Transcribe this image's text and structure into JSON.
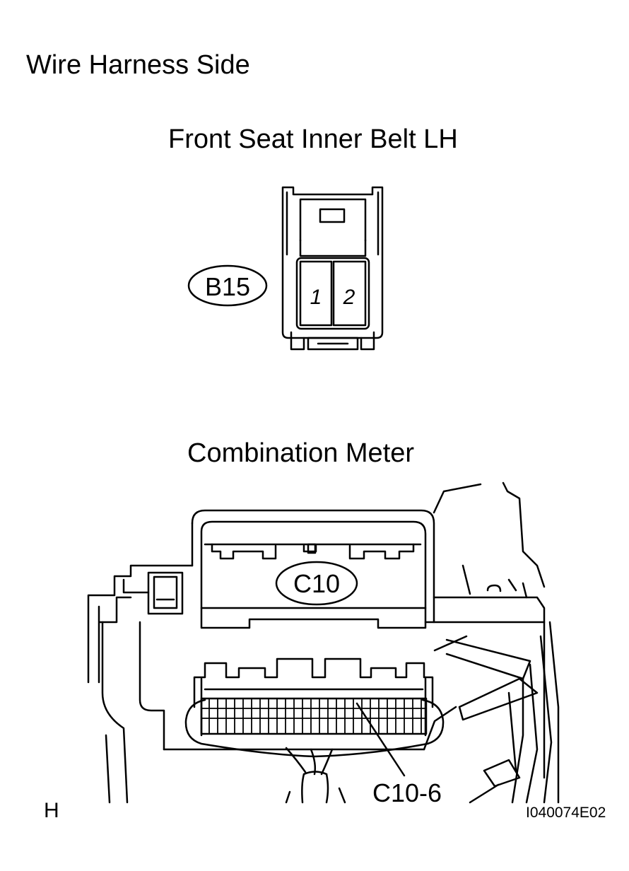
{
  "heading": "Wire Harness Side",
  "connectors": [
    {
      "title": "Front Seat Inner Belt LH",
      "code": "B15",
      "pins": [
        "1",
        "2"
      ]
    },
    {
      "title": "Combination Meter",
      "code": "C10",
      "pin_callout": "C10-6"
    }
  ],
  "corner_label_left": "H",
  "figure_id": "I040074E02"
}
